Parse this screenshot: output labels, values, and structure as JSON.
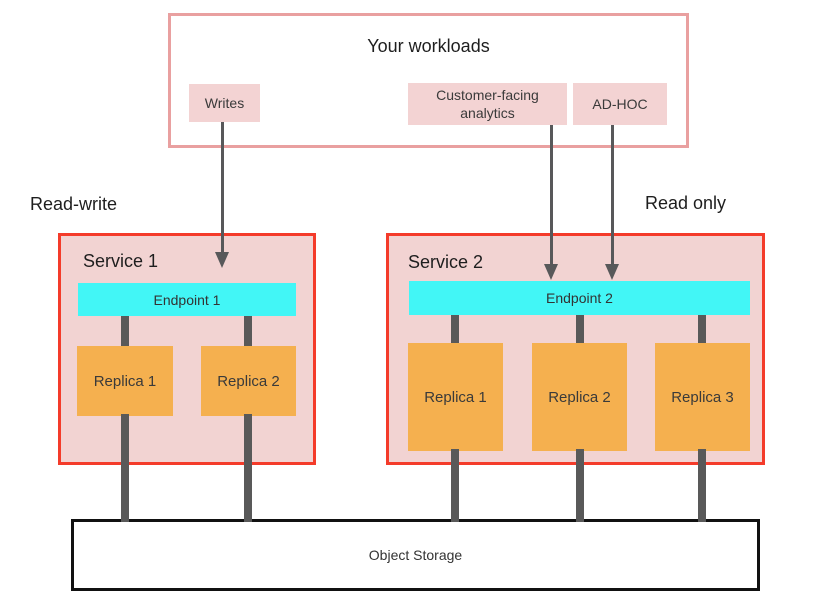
{
  "workloads": {
    "title": "Your workloads",
    "items": [
      {
        "label": "Writes"
      },
      {
        "label": "Customer-facing analytics"
      },
      {
        "label": "AD-HOC"
      }
    ]
  },
  "labels": {
    "read_write": "Read-write",
    "read_only": "Read only"
  },
  "services": [
    {
      "name": "Service 1",
      "mode": "Read-write",
      "endpoint": "Endpoint 1",
      "replicas": [
        "Replica 1",
        "Replica 2"
      ]
    },
    {
      "name": "Service 2",
      "mode": "Read only",
      "endpoint": "Endpoint 2",
      "replicas": [
        "Replica 1",
        "Replica 2",
        "Replica 3"
      ]
    }
  ],
  "storage": {
    "label": "Object Storage"
  },
  "colors": {
    "workloads_border": "#e9a0a0",
    "chip_fill": "#f3d3d3",
    "service_border": "#f43b2a",
    "service_fill": "#f2d3d2",
    "endpoint_fill": "#42f6f6",
    "replica_fill": "#f5b04f",
    "connector": "#595959",
    "arrow": "#58585a",
    "storage_border": "#111111"
  }
}
